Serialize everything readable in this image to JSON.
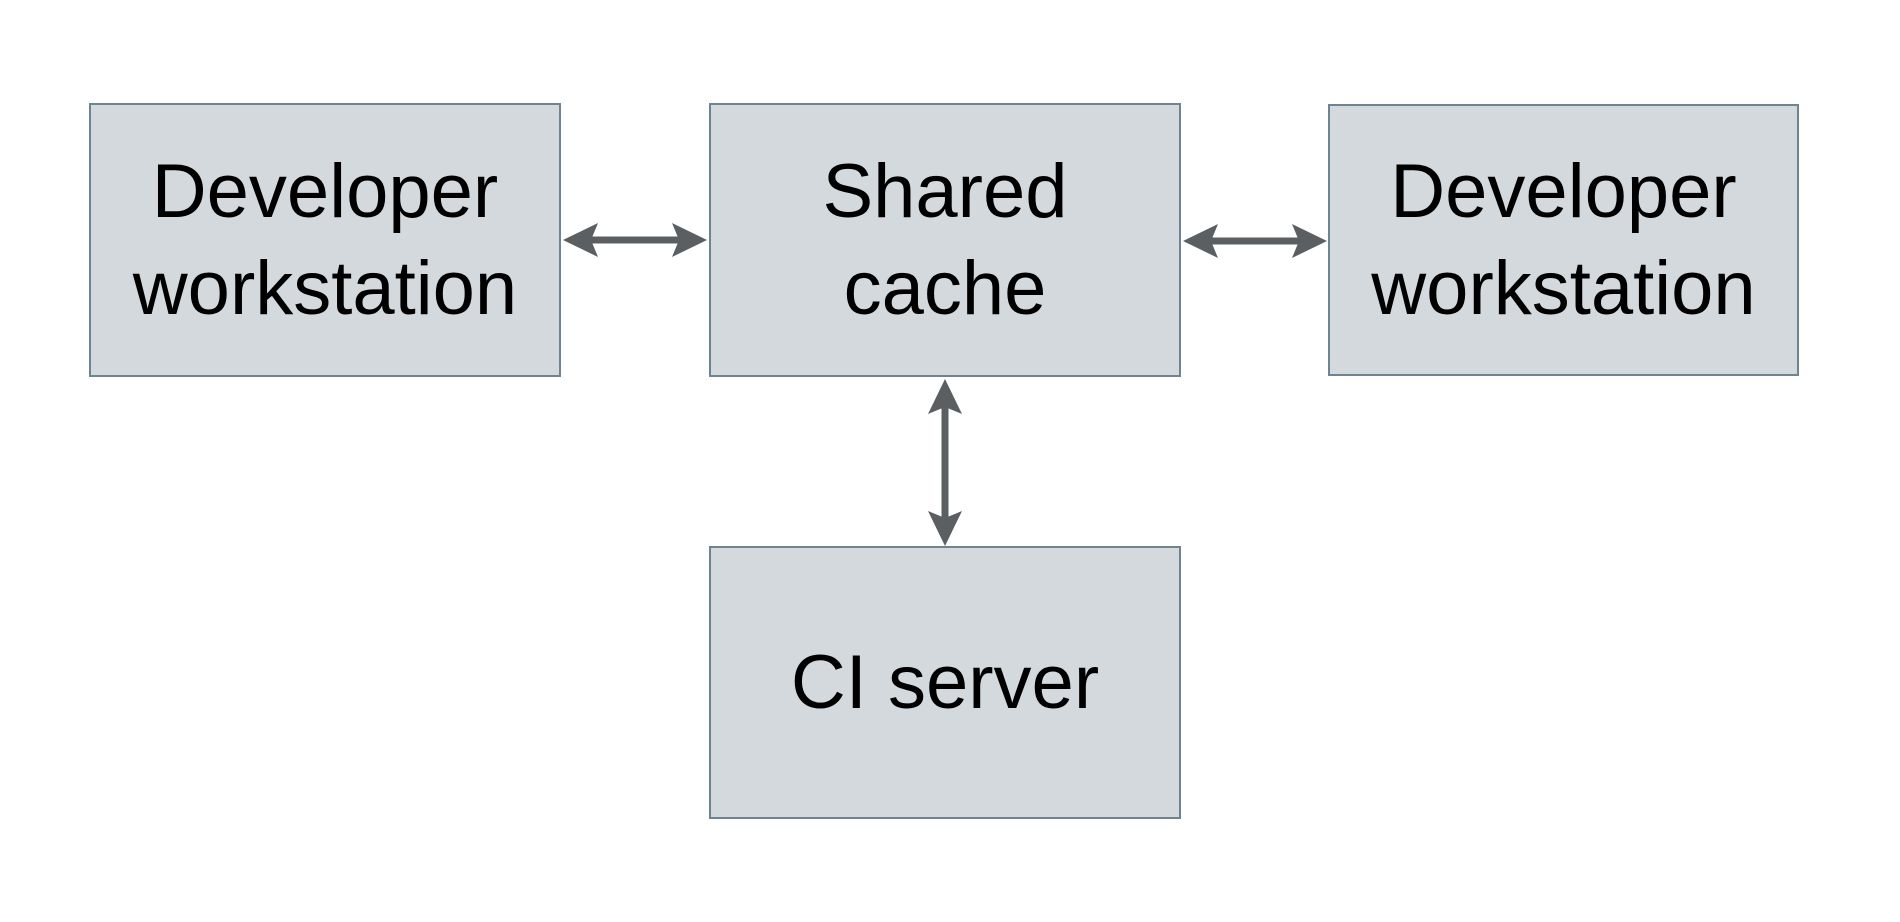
{
  "diagram": {
    "type": "architecture-diagram",
    "nodes": [
      {
        "id": "developer-workstation-left",
        "lines": [
          "Developer",
          "workstation"
        ]
      },
      {
        "id": "shared-cache",
        "lines": [
          "Shared",
          "cache"
        ]
      },
      {
        "id": "developer-workstation-right",
        "lines": [
          "Developer",
          "workstation"
        ]
      },
      {
        "id": "ci-server",
        "lines": [
          "CI server"
        ]
      }
    ],
    "edges": [
      {
        "from": "developer-workstation-left",
        "to": "shared-cache",
        "direction": "bidirectional"
      },
      {
        "from": "developer-workstation-right",
        "to": "shared-cache",
        "direction": "bidirectional"
      },
      {
        "from": "ci-server",
        "to": "shared-cache",
        "direction": "bidirectional"
      }
    ]
  },
  "colors": {
    "background": "#ffffff",
    "box-fill": "#d3d9dc",
    "box-border": "#6e8491",
    "arrow": "#5b5f62",
    "text": "#000000"
  }
}
